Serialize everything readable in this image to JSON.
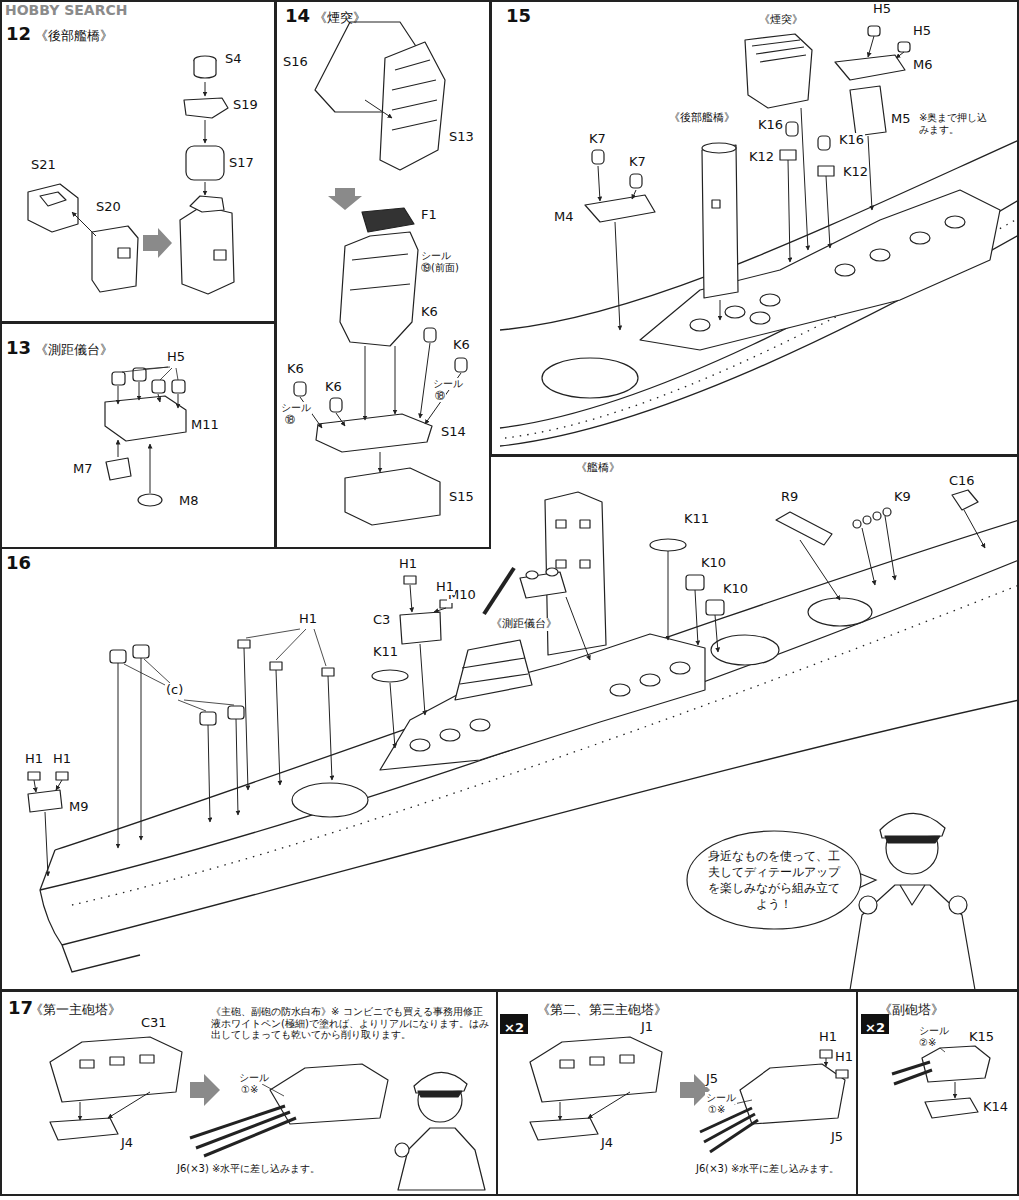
{
  "diagram": {
    "nodes": [
      {
        "text": [
          "12",
          "《後部艦橋》"
        ]
      },
      {
        "text": [
          "13",
          "《測距儀台》"
        ]
      },
      {
        "text": [
          "14",
          "《煙突》"
        ]
      },
      {
        "text": [
          "15"
        ]
      },
      {
        "text": [
          "16"
        ]
      },
      {
        "text": [
          "身近なものを使って、工夫してディテールアップを楽しみながら組み立てよう！"
        ],
        "in": 4
      },
      {
        "text": [
          "17"
        ]
      },
      {
        "text": [
          "《第一主砲塔》"
        ],
        "in": 6
      },
      {
        "text": [
          "《第二、第三主砲塔》"
        ],
        "in": 6
      },
      {
        "text": [
          "×2"
        ],
        "in": 8
      },
      {
        "text": [
          "《副砲塔》"
        ],
        "in": 6
      },
      {
        "text": [
          "×2"
        ],
        "in": 10
      }
    ],
    "labels": [
      "HOBBY SEARCH",
      "S4",
      "S19",
      "S17",
      "S21",
      "S20",
      "H5",
      "M11",
      "M7",
      "M8",
      "S16",
      "S13",
      "F1",
      "シール",
      "⑲(前面)",
      "K6",
      "K6",
      "シール",
      "⑱",
      "K6",
      "K6",
      "シール",
      "⑱",
      "S14",
      "S15",
      "《煙突》",
      "H5",
      "H5",
      "M6",
      "《後部艦橋》",
      "K16",
      "K12",
      "K16",
      "K12",
      "M5",
      "※奥まで押し込みます。",
      "K7",
      "K7",
      "M4",
      "《艦橋》",
      "R9",
      "K9",
      "C16",
      "K11",
      "K10",
      "K10",
      "M10",
      "《測距儀台》",
      "H1",
      "H1",
      "C3",
      "K11",
      "H1",
      "(c)",
      "H1",
      "H1",
      "M9",
      "C31",
      "《主砲、副砲の防水白布》※ コンビニでも買える事務用修正液ホワイトペン(極細)で塗れば、よりリアルになります。はみ出してしまっても乾いてから削り取ります。",
      "シール",
      "①※",
      "J4",
      "J6(×3) ※水平に差し込みます。",
      "J1",
      "H1",
      "H1",
      "J5",
      "J5",
      "シール",
      "①※",
      "J4",
      "J6(×3) ※水平に差し込みます。",
      "シール",
      "②※",
      "K15",
      "K14"
    ]
  }
}
